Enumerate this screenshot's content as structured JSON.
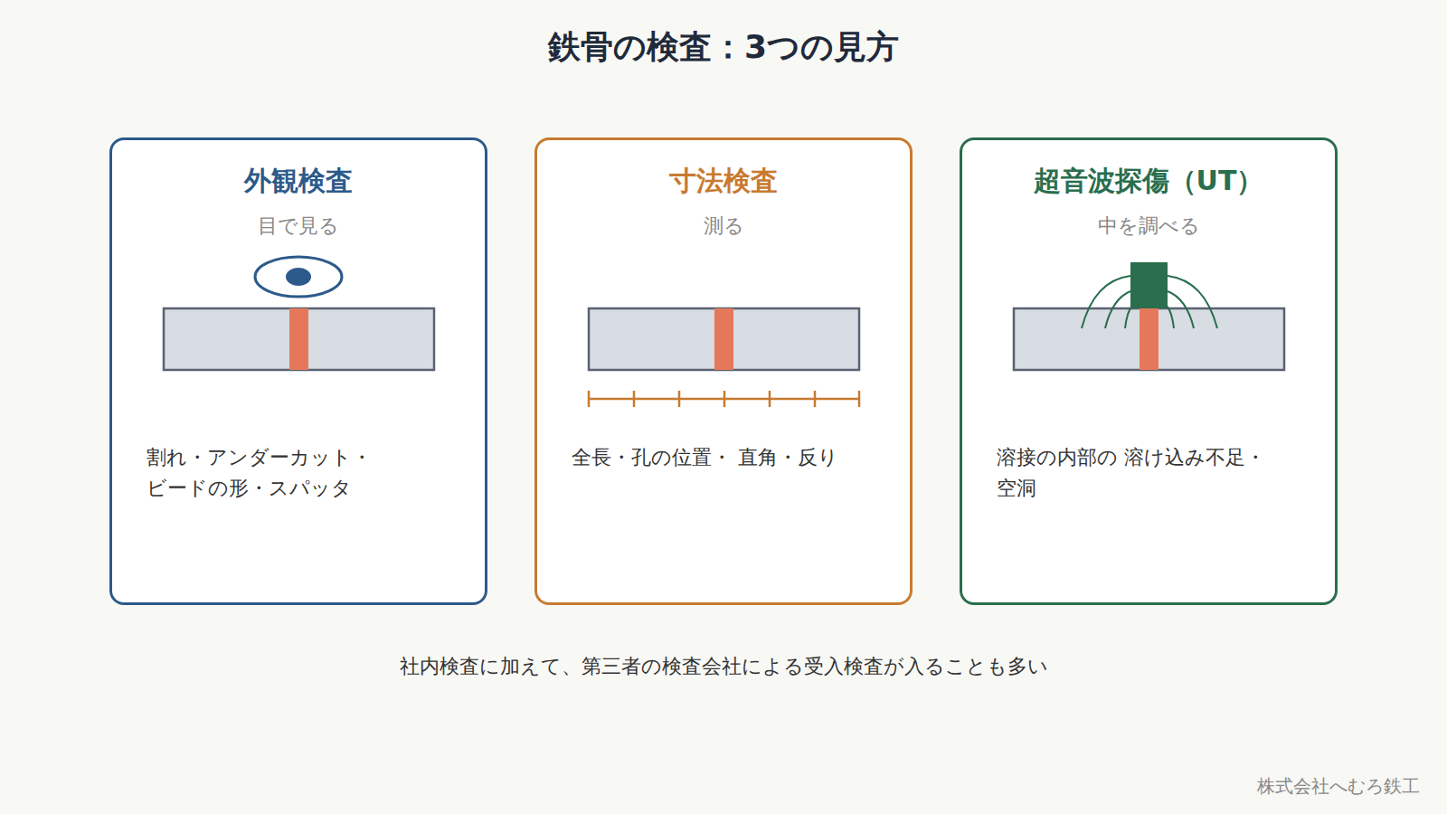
{
  "diagram": {
    "title": "鉄骨の検査：3つの見方",
    "nodes": [
      {
        "text": [
          "外観検査",
          "目で見る",
          "割れ・アンダーカット・ ビードの形・スパッタ"
        ]
      },
      {
        "text": [
          "寸法検査",
          "測る",
          "全長・孔の位置・ 直角・反り"
        ]
      },
      {
        "text": [
          "超音波探傷（UT）",
          "中を調べる",
          "溶接の内部の 溶け込み不足・空洞"
        ]
      }
    ],
    "labels": [
      "社内検査に加えて、第三者の検査会社による受入検査が入ることも多い",
      "株式会社へむろ鉄工"
    ]
  }
}
